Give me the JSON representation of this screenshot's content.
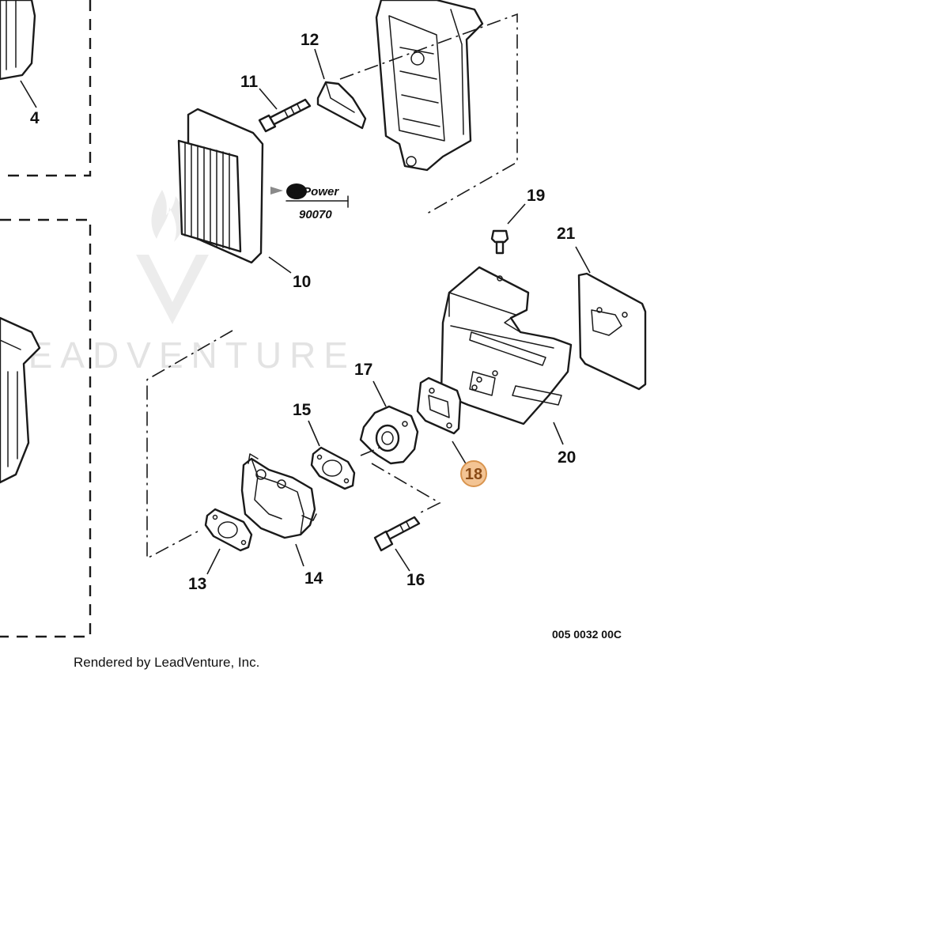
{
  "diagram": {
    "part_labels": [
      {
        "id": "4",
        "text": "4"
      },
      {
        "id": "10",
        "text": "10"
      },
      {
        "id": "11",
        "text": "11"
      },
      {
        "id": "12",
        "text": "12"
      },
      {
        "id": "13",
        "text": "13"
      },
      {
        "id": "14",
        "text": "14"
      },
      {
        "id": "15",
        "text": "15"
      },
      {
        "id": "16",
        "text": "16"
      },
      {
        "id": "17",
        "text": "17"
      },
      {
        "id": "18",
        "text": "18"
      },
      {
        "id": "19",
        "text": "19"
      },
      {
        "id": "20",
        "text": "20"
      },
      {
        "id": "21",
        "text": "21"
      }
    ],
    "highlighted_part": "18",
    "repower_logo": "RePower",
    "repower_code": "90070",
    "diagram_code": "005 0032 00C",
    "watermark": "LEADVENTURE",
    "render_note": "Rendered by LeadVenture, Inc.",
    "colors": {
      "line": "#1a1a1a",
      "highlight_fill": "#f3c494",
      "highlight_stroke": "#d9954f",
      "watermark": "#e3e3e3"
    }
  }
}
